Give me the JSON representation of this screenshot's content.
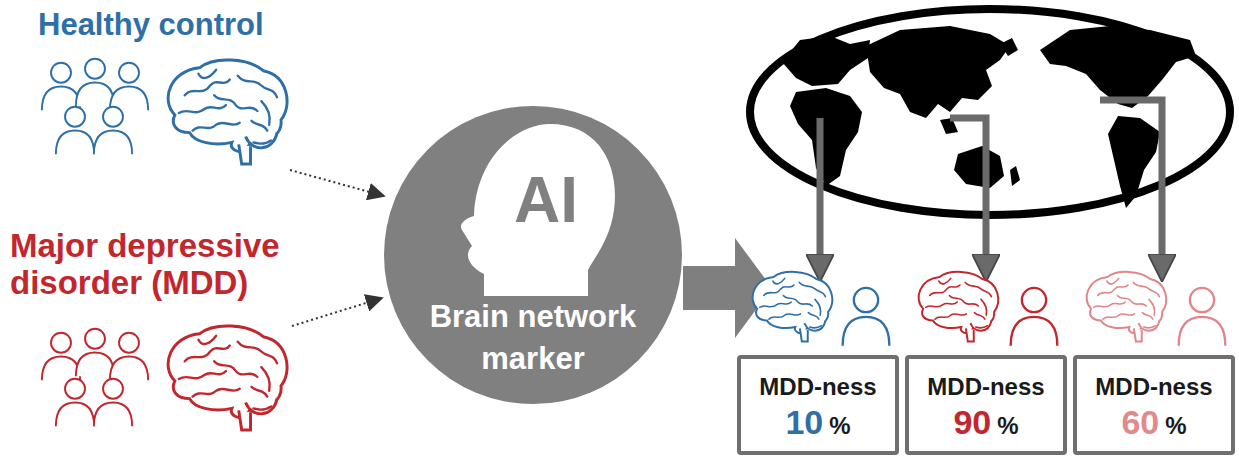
{
  "diagram": {
    "nodes": [
      {
        "text": [
          "AI",
          "Brain network marker"
        ]
      },
      {
        "text": [
          "MDD-ness",
          "10",
          "%"
        ]
      },
      {
        "text": [
          "MDD-ness",
          "90",
          "%"
        ]
      },
      {
        "text": [
          "MDD-ness",
          "60",
          "%"
        ]
      }
    ],
    "labels": [
      "Healthy control",
      "Major depressive disorder (MDD)"
    ]
  }
}
